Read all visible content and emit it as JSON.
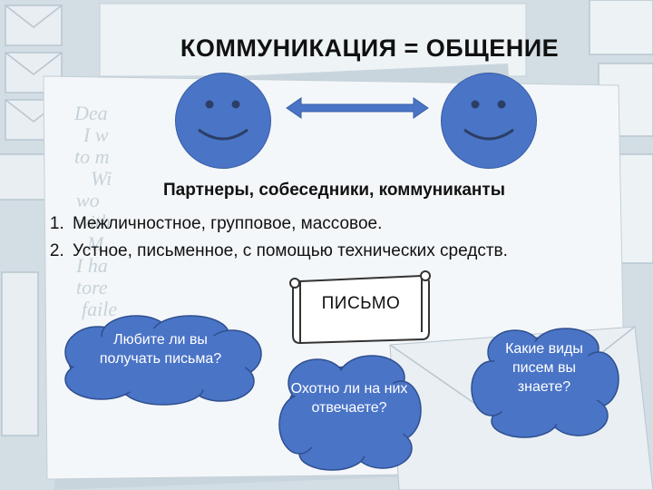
{
  "title": "КОММУНИКАЦИЯ = ОБЩЕНИЕ",
  "subtitle": "Партнеры, собеседники, коммуниканты",
  "list": [
    "Межличностное, групповое, массовое.",
    "Устное, письменное, с помощью технических средств."
  ],
  "scroll_label": "ПИСЬМО",
  "clouds": [
    "Любите ли вы получать письма?",
    "Охотно ли на них отвечаете?",
    "Какие виды писем вы знаете?"
  ],
  "colors": {
    "face": "#4a74c6",
    "cloud": "#4a74c6",
    "background": "#dfe7ec",
    "paper": "#ffffff"
  }
}
